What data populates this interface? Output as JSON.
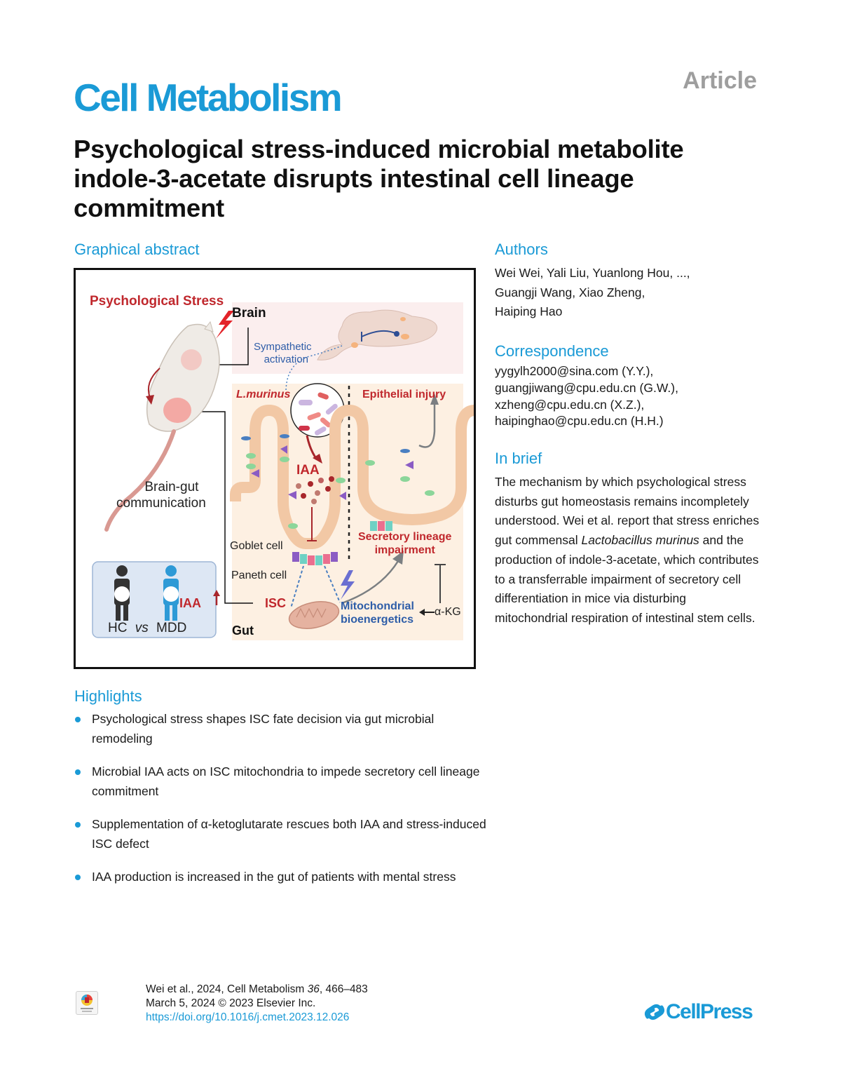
{
  "header": {
    "journal": "Cell Metabolism",
    "article_type": "Article",
    "title": "Psychological stress-induced microbial metabolite indole-3-acetate disrupts intestinal cell lineage commitment"
  },
  "graphical_abstract": {
    "heading": "Graphical abstract",
    "labels": {
      "psych_stress": "Psychological Stress",
      "brain": "Brain",
      "sympathetic_1": "Sympathetic",
      "sympathetic_2": "activation",
      "l_murinus": "L.murinus",
      "epithelial_injury": "Epithelial injury",
      "iaa": "IAA",
      "brain_gut_1": "Brain-gut",
      "brain_gut_2": "communication",
      "goblet_cell": "Goblet cell",
      "paneth_cell": "Paneth cell",
      "isc": "ISC",
      "secretory_1": "Secretory lineage",
      "secretory_2": "impairment",
      "mito_1": "Mitochondrial",
      "mito_2": "bioenergetics",
      "akg": "α-KG",
      "gut": "Gut",
      "hc": "HC",
      "vs": "vs",
      "mdd": "MDD",
      "iaa_up": "IAA"
    }
  },
  "authors": {
    "heading": "Authors",
    "lines": [
      "Wei Wei, Yali Liu, Yuanlong Hou, ...,",
      "Guangji Wang, Xiao Zheng,",
      "Haiping Hao"
    ]
  },
  "correspondence": {
    "heading": "Correspondence",
    "lines": [
      "yygylh2000@sina.com (Y.Y.),",
      "guangjiwang@cpu.edu.cn (G.W.),",
      "xzheng@cpu.edu.cn (X.Z.),",
      "haipinghao@cpu.edu.cn (H.H.)"
    ]
  },
  "in_brief": {
    "heading": "In brief",
    "text_before": "The mechanism by which psychological stress disturbs gut homeostasis remains incompletely understood. Wei et al. report that stress enriches gut commensal ",
    "species": "Lactobacillus murinus",
    "text_after": " and the production of indole-3-acetate, which contributes to a transferrable impairment of secretory cell differentiation in mice via disturbing mitochondrial respiration of intestinal stem cells."
  },
  "highlights": {
    "heading": "Highlights",
    "items": [
      "Psychological stress shapes ISC fate decision via gut microbial remodeling",
      "Microbial IAA acts on ISC mitochondria to impede secretory cell lineage commitment",
      "Supplementation of α-ketoglutarate rescues both IAA and stress-induced ISC defect",
      "IAA production is increased in the gut of patients with mental stress"
    ]
  },
  "footer": {
    "citation_prefix": "Wei et al., 2024, Cell Metabolism ",
    "volume": "36",
    "pages": ", 466–483",
    "date_line": "March 5, 2024 © 2023 Elsevier Inc.",
    "doi": "https://doi.org/10.1016/j.cmet.2023.12.026",
    "publisher": "CellPress",
    "check_updates": "Check for updates"
  },
  "colors": {
    "brand_blue": "#1a9ad6",
    "accent_red": "#c0282d",
    "label_blue": "#2e5da8",
    "article_gray": "#9e9e9e"
  }
}
